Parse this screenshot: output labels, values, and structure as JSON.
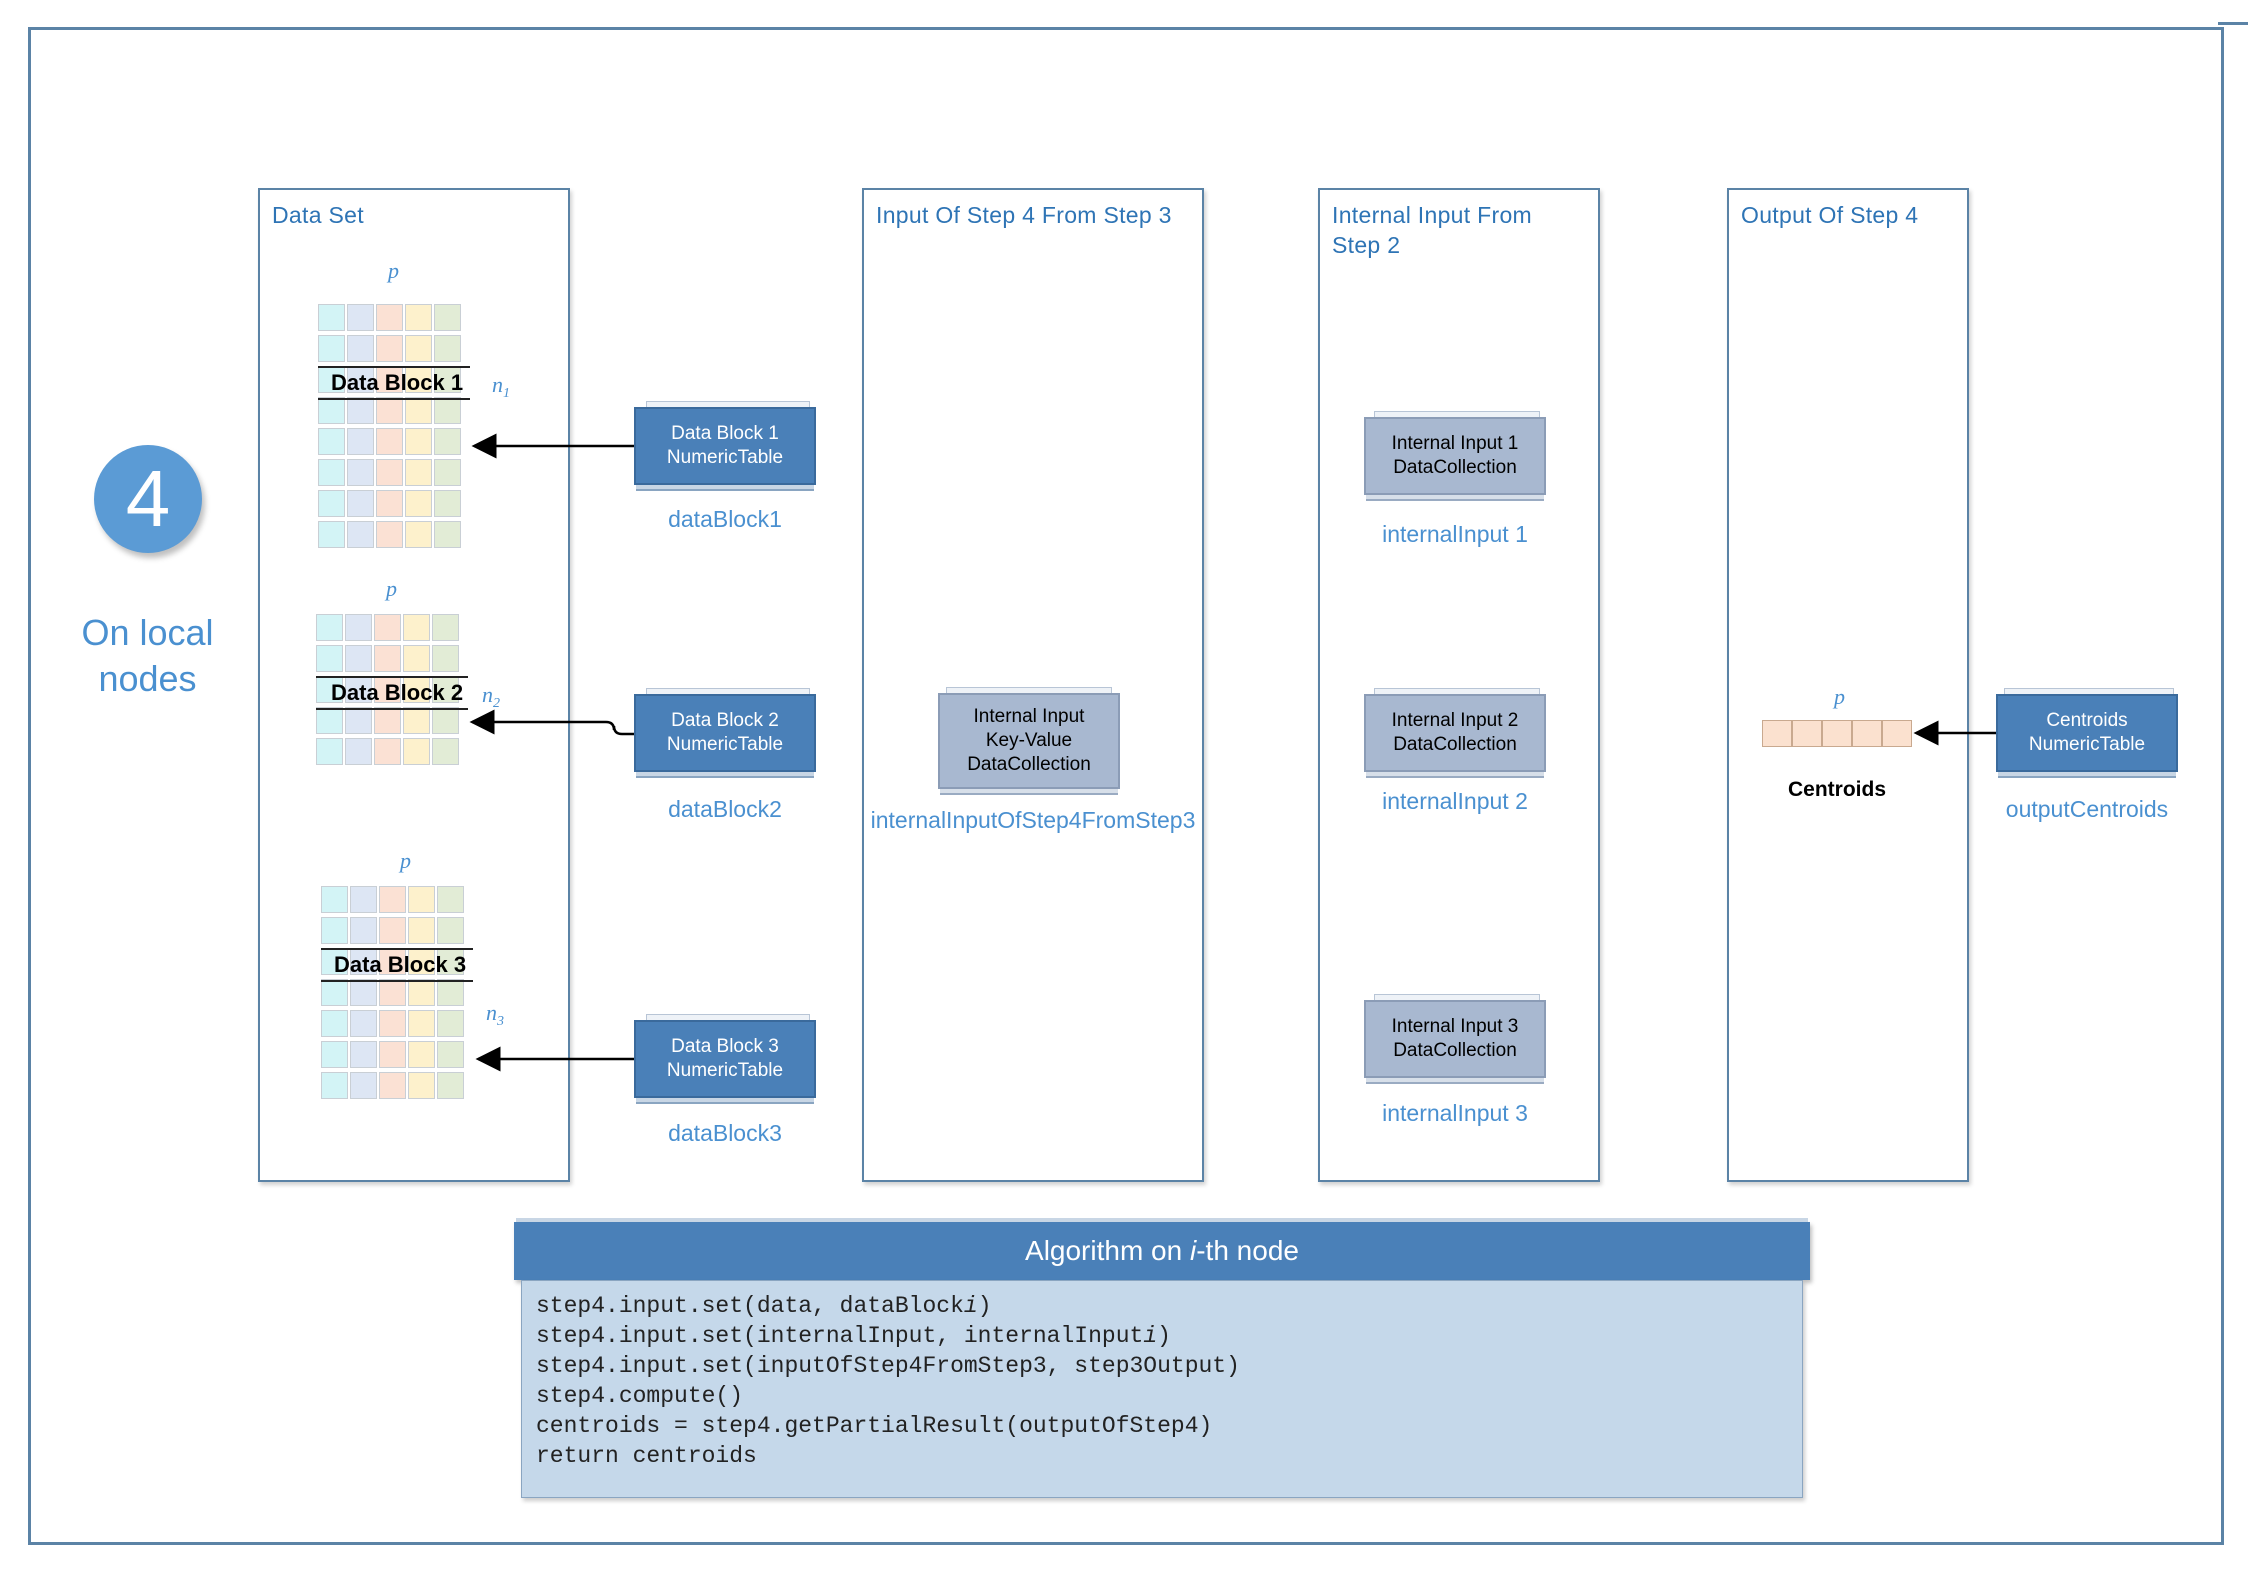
{
  "step": {
    "number": "4",
    "scope_line1": "On local",
    "scope_line2": "nodes"
  },
  "columns": {
    "data_set": {
      "title": "Data Set"
    },
    "input_from_step3": {
      "title": "Input Of Step 4 From Step 3"
    },
    "internal_input": {
      "title_line1": "Internal Input From",
      "title_line2": "Step 2"
    },
    "output": {
      "title": "Output Of Step 4"
    }
  },
  "matrix_colors": [
    "#d3f4f6",
    "#dde6f4",
    "#fbe1d4",
    "#fdf1cc",
    "#e2ecd6"
  ],
  "blocks": [
    {
      "label": "Data Block 1",
      "p": "p",
      "n": "n",
      "n_sub": "1"
    },
    {
      "label": "Data Block 2",
      "p": "p",
      "n": "n",
      "n_sub": "2"
    },
    {
      "label": "Data Block 3",
      "p": "p",
      "n": "n",
      "n_sub": "3"
    }
  ],
  "numeric_tables": [
    {
      "line1": "Data Block 1",
      "line2": "NumericTable",
      "caption": "dataBlock1"
    },
    {
      "line1": "Data Block 2",
      "line2": "NumericTable",
      "caption": "dataBlock2"
    },
    {
      "line1": "Data Block 3",
      "line2": "NumericTable",
      "caption": "dataBlock3"
    }
  ],
  "kv_collection": {
    "line1": "Internal Input",
    "line2": "Key-Value",
    "line3": "DataCollection",
    "caption": "internalInputOfStep4FromStep3"
  },
  "internal_inputs": [
    {
      "line1": "Internal Input 1",
      "line2": "DataCollection",
      "caption": "internalInput 1"
    },
    {
      "line1": "Internal Input 2",
      "line2": "DataCollection",
      "caption": "internalInput 2"
    },
    {
      "line1": "Internal Input 3",
      "line2": "DataCollection",
      "caption": "internalInput 3"
    }
  ],
  "centroids": {
    "p": "p",
    "title": "Centroids",
    "cell_color": "#fbe1cf"
  },
  "centroids_table": {
    "line1": "Centroids",
    "line2": "NumericTable",
    "caption": "outputCentroids"
  },
  "algorithm": {
    "title_pre": "Algorithm on ",
    "title_em": "i",
    "title_post": "-th node",
    "code": [
      {
        "pre": "step4.input.set(data, dataBlock",
        "em": "i",
        "post": ")"
      },
      {
        "pre": "step4.input.set(internalInput, internalInput",
        "em": "i",
        "post": ")"
      },
      {
        "pre": "step4.input.set(inputOfStep4FromStep3, step3Output)",
        "em": "",
        "post": ""
      },
      {
        "pre": "step4.compute()",
        "em": "",
        "post": ""
      },
      {
        "pre": "centroids = step4.getPartialResult(outputOfStep4)",
        "em": "",
        "post": ""
      },
      {
        "pre": "return centroids",
        "em": "",
        "post": ""
      }
    ]
  },
  "colors": {
    "accent_blue": "#4a80b8",
    "badge_blue": "#5b9bd5",
    "grey_box": "#a8b8d0",
    "code_bg": "#c5d8ea",
    "frame": "#5b83a6"
  }
}
